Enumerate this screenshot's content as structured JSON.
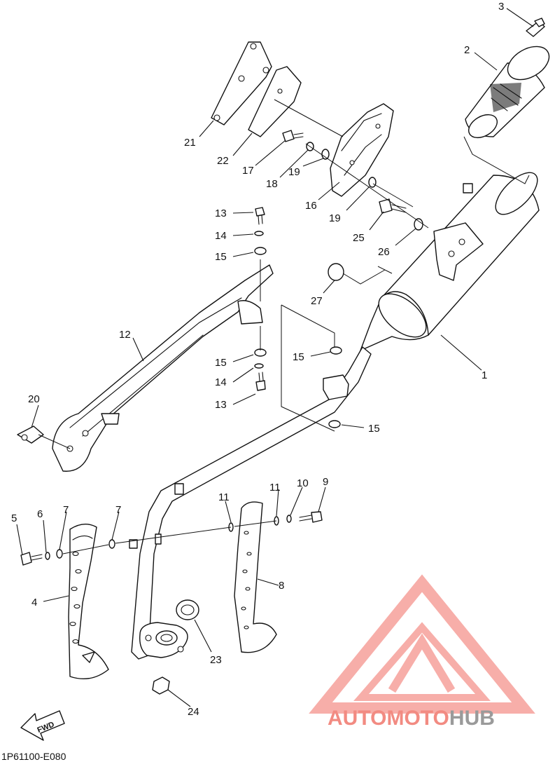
{
  "diagram": {
    "callouts": [
      {
        "id": "c1",
        "label": "1"
      },
      {
        "id": "c2",
        "label": "2"
      },
      {
        "id": "c3",
        "label": "3"
      },
      {
        "id": "c4",
        "label": "4"
      },
      {
        "id": "c5",
        "label": "5"
      },
      {
        "id": "c6",
        "label": "6"
      },
      {
        "id": "c7a",
        "label": "7"
      },
      {
        "id": "c7b",
        "label": "7"
      },
      {
        "id": "c8",
        "label": "8"
      },
      {
        "id": "c9",
        "label": "9"
      },
      {
        "id": "c10",
        "label": "10"
      },
      {
        "id": "c11a",
        "label": "11"
      },
      {
        "id": "c11b",
        "label": "11"
      },
      {
        "id": "c12",
        "label": "12"
      },
      {
        "id": "c13a",
        "label": "13"
      },
      {
        "id": "c13b",
        "label": "13"
      },
      {
        "id": "c14a",
        "label": "14"
      },
      {
        "id": "c14b",
        "label": "14"
      },
      {
        "id": "c15a",
        "label": "15"
      },
      {
        "id": "c15b",
        "label": "15"
      },
      {
        "id": "c15c",
        "label": "15"
      },
      {
        "id": "c15d",
        "label": "15"
      },
      {
        "id": "c16",
        "label": "16"
      },
      {
        "id": "c17",
        "label": "17"
      },
      {
        "id": "c18",
        "label": "18"
      },
      {
        "id": "c19a",
        "label": "19"
      },
      {
        "id": "c19b",
        "label": "19"
      },
      {
        "id": "c20",
        "label": "20"
      },
      {
        "id": "c21",
        "label": "21"
      },
      {
        "id": "c22",
        "label": "22"
      },
      {
        "id": "c23",
        "label": "23"
      },
      {
        "id": "c24",
        "label": "24"
      },
      {
        "id": "c25",
        "label": "25"
      },
      {
        "id": "c26",
        "label": "26"
      },
      {
        "id": "c27",
        "label": "27"
      }
    ],
    "fwd_label": "FWD",
    "diagram_code": "1P61100-E080"
  },
  "watermark": {
    "part1": "AUTO",
    "part2": "MOTO",
    "part3": "HUB",
    "colors": {
      "red": "#f28b82",
      "gray": "#9a9a9a",
      "triangle": "#f6a19b"
    }
  }
}
